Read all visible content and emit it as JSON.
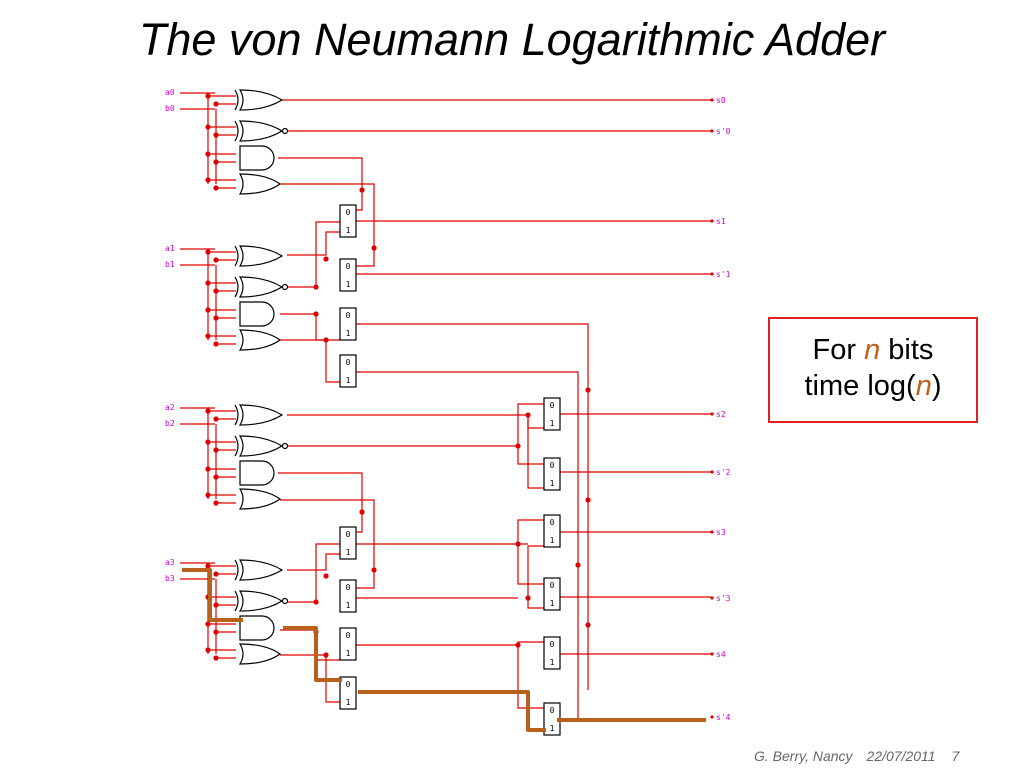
{
  "slide": {
    "title": "The von Neumann Logarithmic Adder",
    "note": {
      "line1_prefix": "For ",
      "line1_var": "n",
      "line1_suffix": " bits",
      "line2_prefix": "time log(",
      "line2_var": "n",
      "line2_suffix": ")"
    },
    "footer": {
      "author": "G. Berry, Nancy",
      "date": "22/07/2011",
      "page": "7"
    }
  },
  "circuit": {
    "inputs": [
      "a0",
      "b0",
      "a1",
      "b1",
      "a2",
      "b2",
      "a3",
      "b3"
    ],
    "outputs": [
      "s0",
      "s'0",
      "s1",
      "s'1",
      "s2",
      "s'2",
      "s3",
      "s'3",
      "s4",
      "s'4"
    ],
    "mux_labels": [
      "0",
      "1"
    ],
    "colors": {
      "wire": "#e00000",
      "gate": "#000000",
      "highlight": "#b8611c",
      "label": "#d000d0",
      "note_border": "#e02020",
      "note_highlight": "#c0601c",
      "footer": "#666666"
    }
  }
}
